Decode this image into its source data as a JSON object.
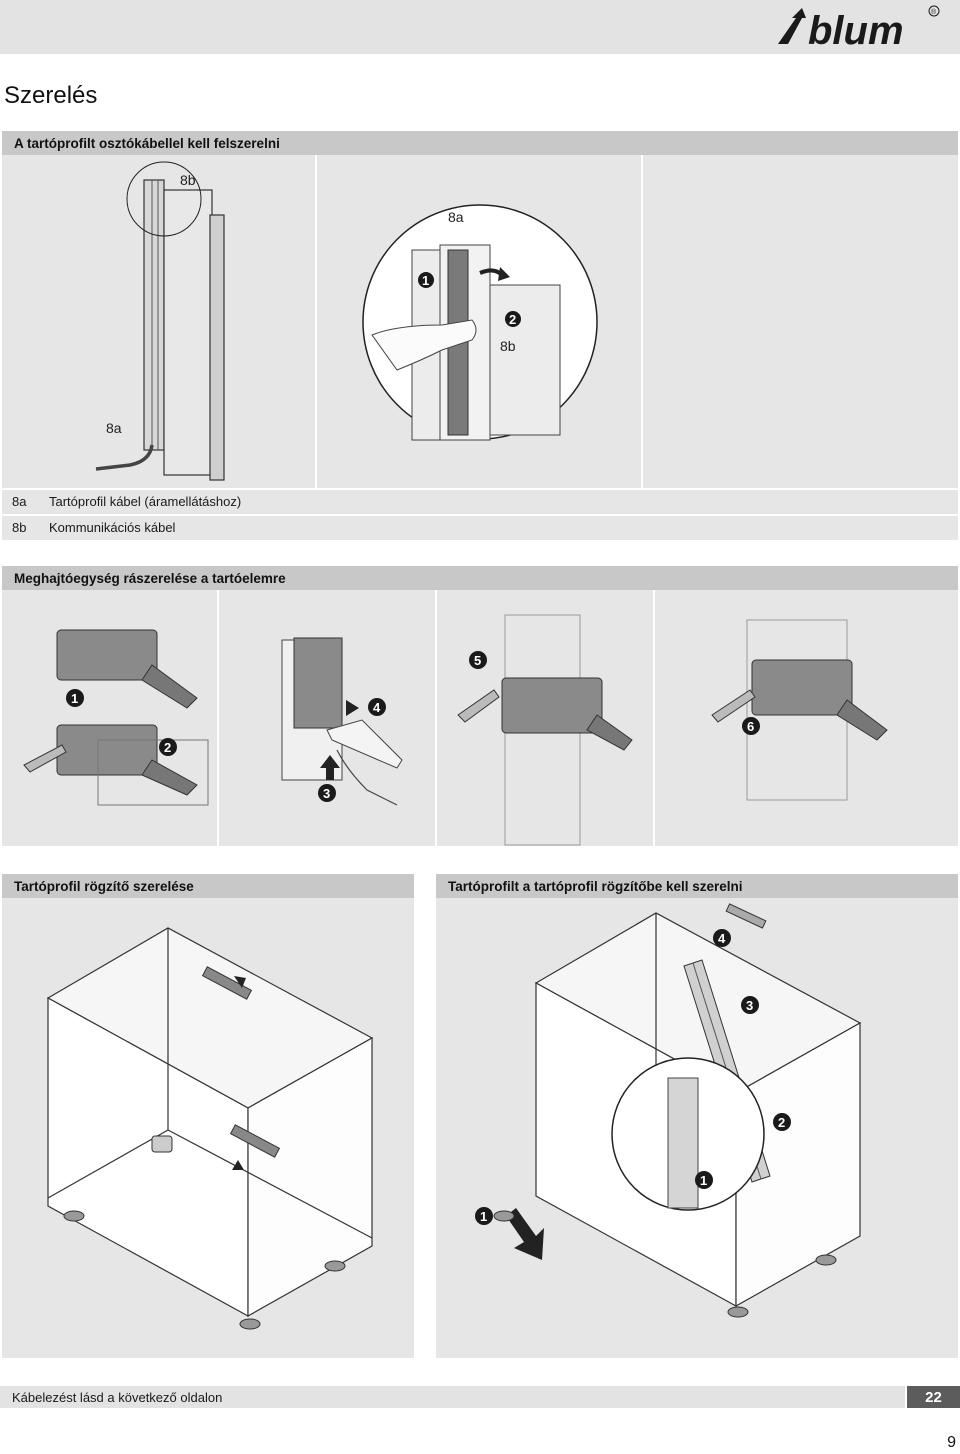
{
  "header": {
    "brand": "blum",
    "registered_mark": "®"
  },
  "page_title": "Szerelés",
  "section1": {
    "title": "A tartóprofilt osztókábellel kell felszerelni",
    "figure_labels": {
      "label_8b_top": "8b",
      "label_8a_inset": "8a",
      "label_8b_inset": "8b",
      "label_8a_bottom": "8a",
      "step1": "1",
      "step2": "2"
    },
    "legend": [
      {
        "code": "8a",
        "text": "Tartóprofil kábel (áramellátáshoz)"
      },
      {
        "code": "8b",
        "text": "Kommunikációs kábel"
      }
    ]
  },
  "section2": {
    "title": "Meghajtóegység rászerelése a tartóelemre",
    "steps": [
      "1",
      "2",
      "3",
      "4",
      "5",
      "6"
    ]
  },
  "section3": {
    "title": "Tartóprofil rögzítő szerelése"
  },
  "section4": {
    "title": "Tartóprofilt a tartóprofil rögzítőbe kell szerelni",
    "steps": [
      "4",
      "3",
      "2",
      "1",
      "1"
    ]
  },
  "footer": {
    "note": "Kábelezést lásd a következő oldalon",
    "section_number": "22"
  },
  "page_number": "9"
}
